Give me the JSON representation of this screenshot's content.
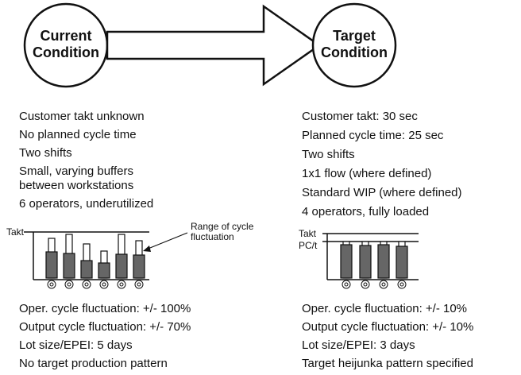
{
  "header": {
    "current_title_line1": "Current",
    "current_title_line2": "Condition",
    "target_title_line1": "Target",
    "target_title_line2": "Condition"
  },
  "current": {
    "conditions": [
      "Customer takt unknown",
      "No planned cycle time",
      "Two shifts",
      "Small, varying buffers",
      "between workstations",
      "6 operators, underutilized"
    ],
    "chart": {
      "takt_label": "Takt",
      "annotation": [
        "Range of cycle",
        "fluctuation"
      ]
    },
    "results": [
      "Oper. cycle fluctuation: +/- 100%",
      "Output cycle fluctuation: +/- 70%",
      "Lot size/EPEI: 5 days",
      "No target production pattern"
    ]
  },
  "target": {
    "conditions": [
      "Customer takt:  30 sec",
      "Planned  cycle  time:  25 sec",
      "Two  shifts",
      "1x1 flow  (where defined)",
      "Standard WIP (where defined)",
      "4 operators,   fully loaded"
    ],
    "chart": {
      "takt_label": "Takt",
      "pct_label": "PC/t"
    },
    "results": [
      "Oper.  cycle  fluctuation:   +/- 10%",
      "Output  cycle  fluctuation: +/- 10%",
      "Lot size/EPEI:  3 days",
      "Target  heijunka  pattern  specified"
    ]
  }
}
